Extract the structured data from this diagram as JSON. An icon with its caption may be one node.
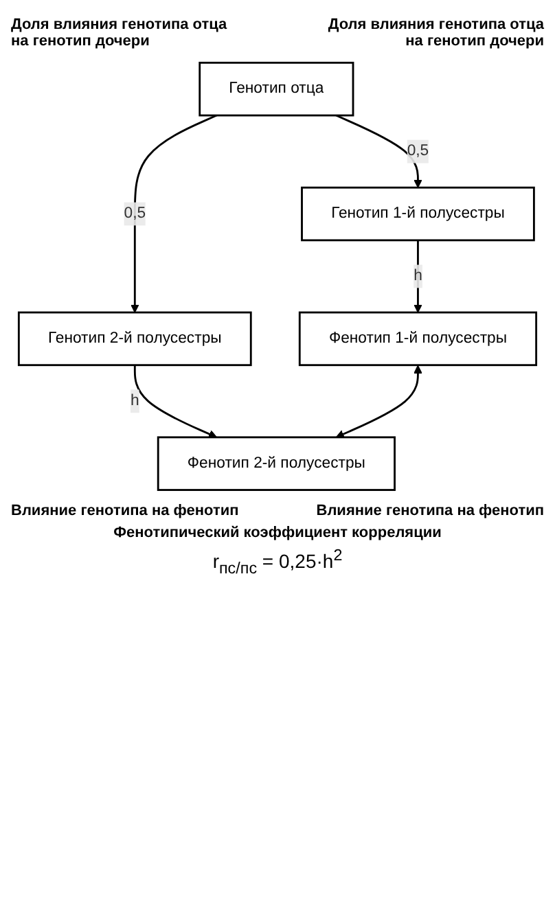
{
  "diagram": {
    "nodes": [
      {
        "text": [
          "Генотип отца"
        ]
      },
      {
        "text": [
          "Генотип 1-й полусестры"
        ]
      },
      {
        "text": [
          "Генотип 2-й полусестры"
        ]
      },
      {
        "text": [
          "Фенотип 1-й полусестры"
        ]
      },
      {
        "text": [
          "Фенотип 2-й полусестры"
        ]
      }
    ],
    "edges": [
      {
        "from": 0,
        "to": 1,
        "arrow": "to",
        "label": "0,5"
      },
      {
        "from": 0,
        "to": 2,
        "arrow": "to",
        "label": "0,5"
      },
      {
        "from": 1,
        "to": 3,
        "arrow": "to",
        "label": "h"
      },
      {
        "from": 2,
        "to": 4,
        "arrow": "to",
        "label": "h"
      },
      {
        "from": 3,
        "to": 4,
        "arrow": "both"
      }
    ],
    "labels": [
      "Доля влияния генотипа отца на генотип дочери",
      "Доля влияния генотипа отца на генотип дочери",
      "Влияние генотипа на фенотип",
      "Влияние генотипа на фенотип",
      "Фенотипический коэффициент корреляции",
      "r$_{пс/пс}$ = 0,25·h$^{2}$"
    ]
  }
}
